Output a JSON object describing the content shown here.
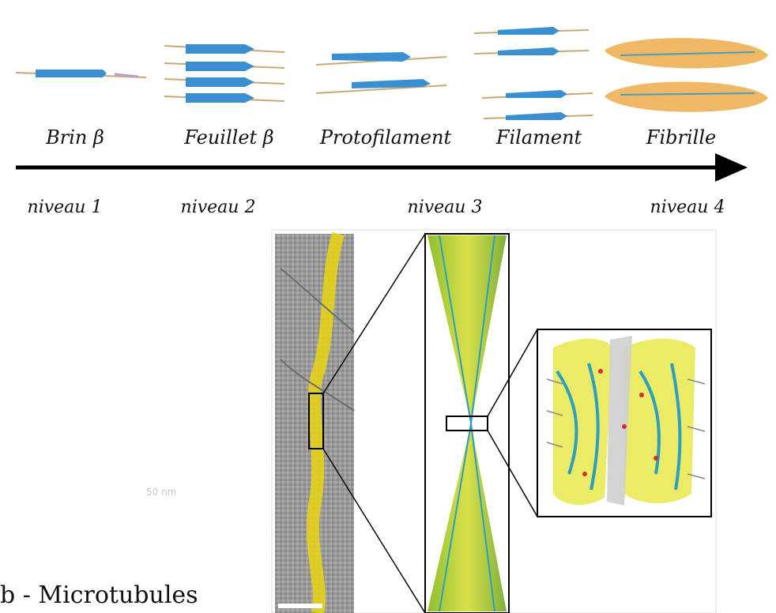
{
  "stages": [
    {
      "key": "brin",
      "label": "Brin β"
    },
    {
      "key": "feuillet",
      "label": "Feuillet β"
    },
    {
      "key": "protofilament",
      "label": "Protofilament"
    },
    {
      "key": "filament",
      "label": "Filament"
    },
    {
      "key": "fibrille",
      "label": "Fibrille"
    }
  ],
  "levels": [
    "niveau 1",
    "niveau 2",
    "niveau 3",
    "niveau 4"
  ],
  "caption": "b - Microtubules",
  "scale_text": "50 nm",
  "colors": {
    "strand": "#3a8fd0",
    "side_chain": "#c8a878",
    "fibril_fill": "#f0b865",
    "micrograph_yellow": "#e6d21a",
    "model_green": "#b9c832",
    "model_blue": "#2a9fc0"
  }
}
